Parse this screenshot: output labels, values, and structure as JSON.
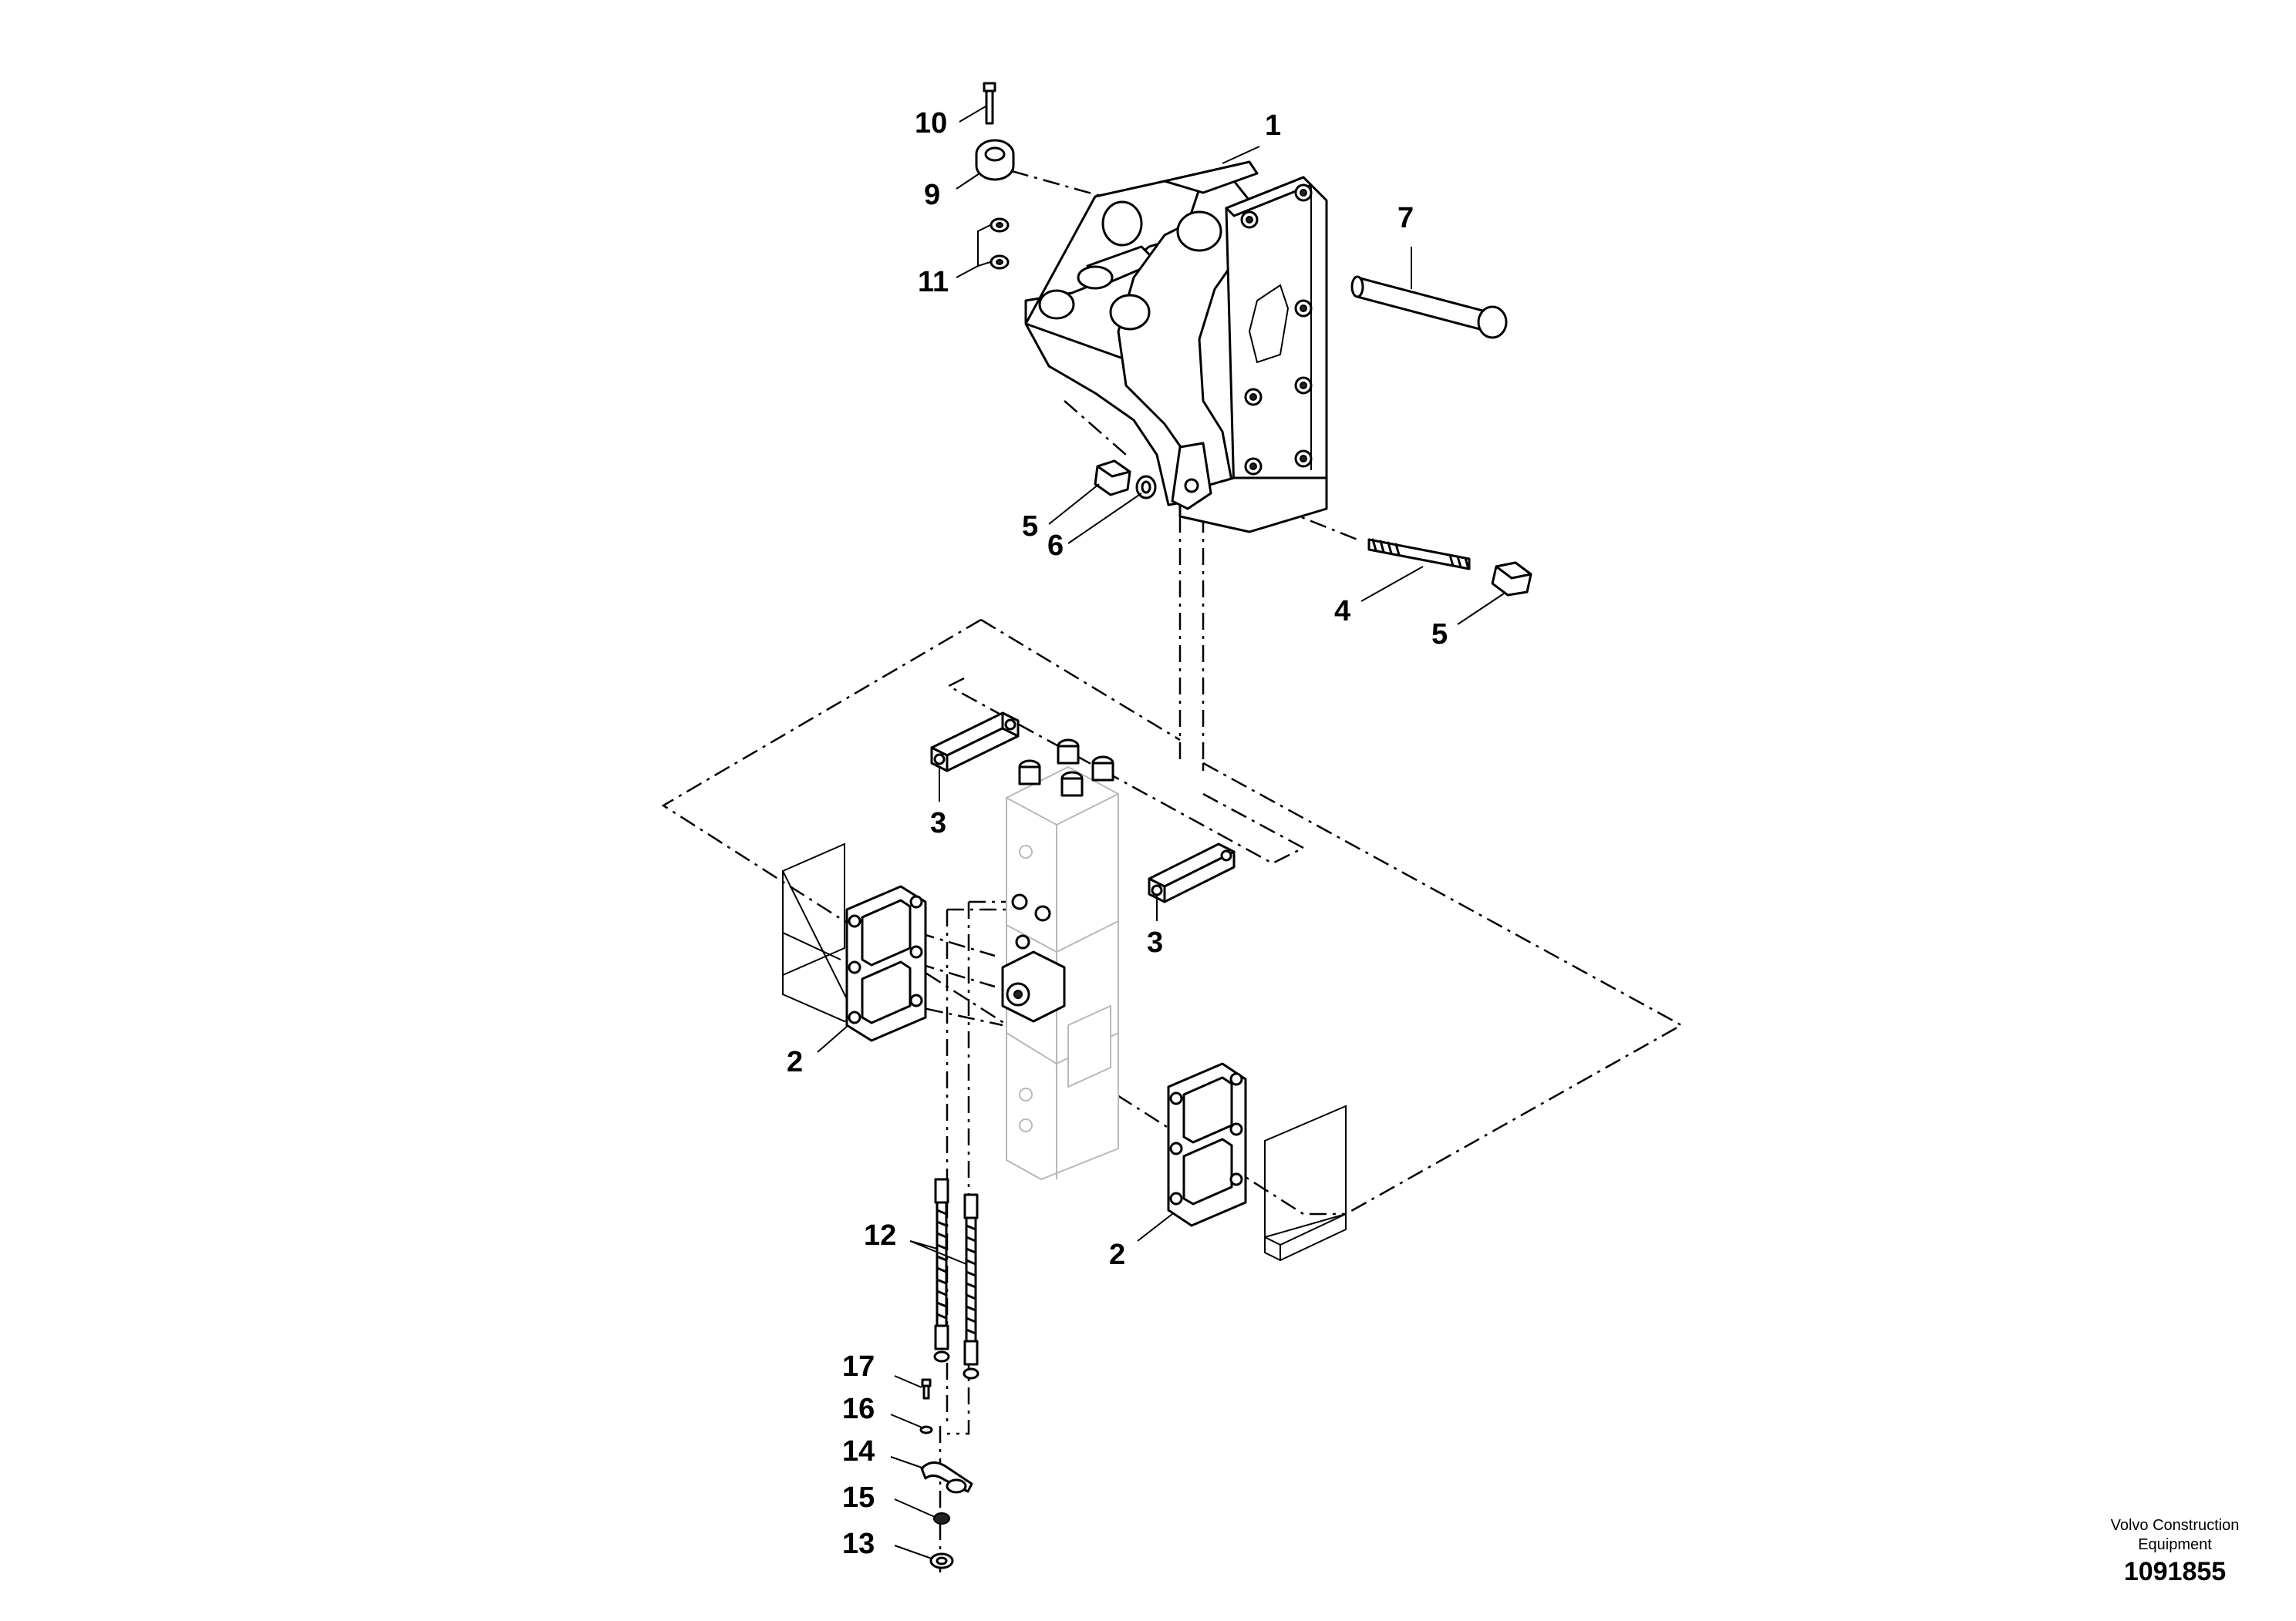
{
  "diagram": {
    "callouts": [
      {
        "id": "c1",
        "label": "1"
      },
      {
        "id": "c2a",
        "label": "2"
      },
      {
        "id": "c2b",
        "label": "2"
      },
      {
        "id": "c3a",
        "label": "3"
      },
      {
        "id": "c3b",
        "label": "3"
      },
      {
        "id": "c4",
        "label": "4"
      },
      {
        "id": "c5a",
        "label": "5"
      },
      {
        "id": "c5b",
        "label": "5"
      },
      {
        "id": "c6",
        "label": "6"
      },
      {
        "id": "c7",
        "label": "7"
      },
      {
        "id": "c9",
        "label": "9"
      },
      {
        "id": "c10",
        "label": "10"
      },
      {
        "id": "c11",
        "label": "11"
      },
      {
        "id": "c12",
        "label": "12"
      },
      {
        "id": "c13",
        "label": "13"
      },
      {
        "id": "c14",
        "label": "14"
      },
      {
        "id": "c15",
        "label": "15"
      },
      {
        "id": "c16",
        "label": "16"
      },
      {
        "id": "c17",
        "label": "17"
      }
    ]
  },
  "footer": {
    "brand_line1": "Volvo Construction",
    "brand_line2": "Equipment",
    "figure_number": "1091855"
  }
}
